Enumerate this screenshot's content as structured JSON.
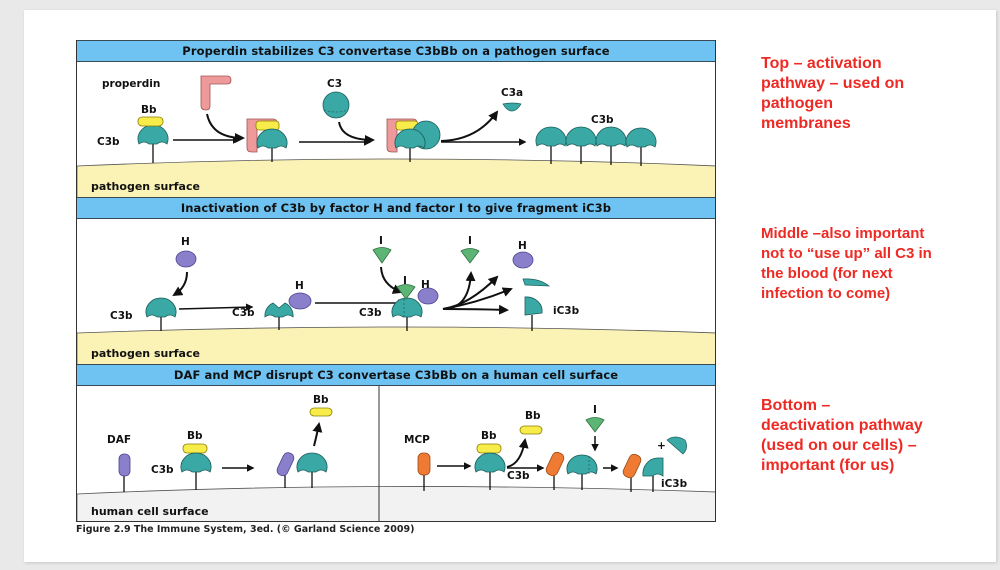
{
  "slide": {
    "colors": {
      "background": "#e9e9e9",
      "slide": "#ffffff",
      "header_bar": "#6fc3f2",
      "pathogen_surface": "#fbf3b5",
      "human_surface": "#f2f2f2",
      "c3b": "#3aa8a4",
      "bb": "#f7ec4a",
      "properdin": "#ee9a9a",
      "factor_h": "#8a7fcb",
      "factor_i": "#5cb574",
      "daf": "#8a7fcb",
      "mcp": "#ee7a34",
      "notes": "#ee2a24"
    }
  },
  "figure": {
    "panels": [
      {
        "title": "Properdin stabilizes C3 convertase C3bBb on a pathogen surface",
        "surface_label": "pathogen surface",
        "labels": {
          "properdin": "properdin",
          "bb": "Bb",
          "c3b": "C3b",
          "c3": "C3",
          "c3a": "C3a",
          "c3b_right": "C3b"
        }
      },
      {
        "title": "Inactivation of C3b by factor H and factor I to give fragment iC3b",
        "surface_label": "pathogen surface",
        "labels": {
          "h1": "H",
          "c3b1": "C3b",
          "c3b2": "C3b",
          "h2": "H",
          "i1": "I",
          "c3b3": "C3b",
          "i2": "I",
          "h3": "H",
          "i3": "I",
          "h4": "H",
          "ic3b": "iC3b"
        }
      },
      {
        "title": "DAF and MCP disrupt C3 convertase C3bBb on a human cell surface",
        "surface_label": "human cell surface",
        "labels": {
          "daf": "DAF",
          "bb1": "Bb",
          "c3b1": "C3b",
          "bb2": "Bb",
          "mcp": "MCP",
          "bb3": "Bb",
          "bb4": "Bb",
          "c3b2": "C3b",
          "i": "I",
          "plus": "+",
          "ic3b": "iC3b"
        }
      }
    ],
    "caption": "Figure 2.9 The Immune System, 3ed. (© Garland Science 2009)"
  },
  "notes": [
    {
      "lines": [
        "Top – activation",
        "pathway – used on",
        "pathogen",
        "membranes"
      ]
    },
    {
      "lines": [
        "Middle –also important",
        "not to “use up” all C3 in",
        "the blood (for next",
        "infection to come)"
      ]
    },
    {
      "lines": [
        "Bottom –",
        "deactivation pathway",
        "(used on our cells) –",
        "important (for us)"
      ]
    }
  ]
}
